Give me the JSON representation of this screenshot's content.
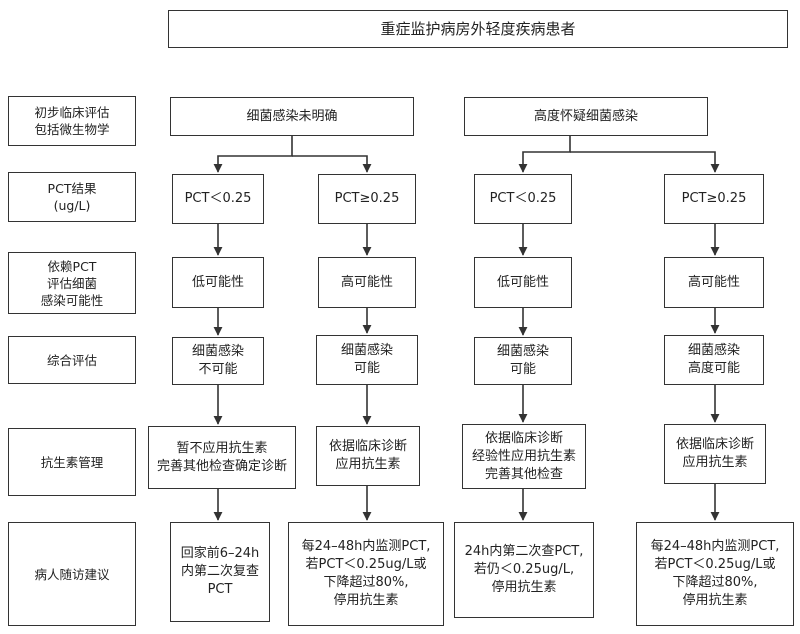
{
  "title": "重症监护病房外轻度疾病患者",
  "row_labels": {
    "assess": "初步临床评估\n包括微生物学",
    "pct": "PCT结果\n(ug/L)",
    "prob": "依赖PCT\n评估细菌\n感染可能性",
    "eval": "综合评估",
    "abx": "抗生素管理",
    "follow": "病人随访建议"
  },
  "branches": {
    "unclear": "细菌感染未明确",
    "suspect": "高度怀疑细菌感染"
  },
  "columns": [
    {
      "pct": "PCT＜0.25",
      "prob": "低可能性",
      "eval": "细菌感染\n不可能",
      "abx": "暂不应用抗生素\n完善其他检查确定诊断",
      "follow": "回家前6–24h\n内第二次复查\nPCT"
    },
    {
      "pct": "PCT≥0.25",
      "prob": "高可能性",
      "eval": "细菌感染\n可能",
      "abx": "依据临床诊断\n应用抗生素",
      "follow": "每24–48h内监测PCT,\n若PCT＜0.25ug/L或\n下降超过80%,\n停用抗生素"
    },
    {
      "pct": "PCT＜0.25",
      "prob": "低可能性",
      "eval": "细菌感染\n可能",
      "abx": "依据临床诊断\n经验性应用抗生素\n完善其他检查",
      "follow": "24h内第二次查PCT,\n若仍＜0.25ug/L,\n停用抗生素"
    },
    {
      "pct": "PCT≥0.25",
      "prob": "高可能性",
      "eval": "细菌感染\n高度可能",
      "abx": "依据临床诊断\n应用抗生素",
      "follow": "每24–48h内监测PCT,\n若PCT＜0.25ug/L或\n下降超过80%,\n停用抗生素"
    }
  ]
}
